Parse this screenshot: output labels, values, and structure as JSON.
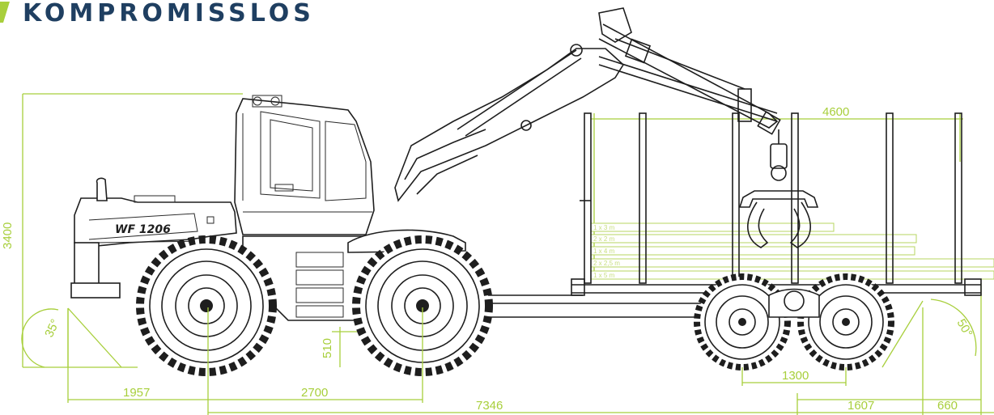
{
  "headline": "KOMPROMISSLOS",
  "colors": {
    "headline": "#1f3f61",
    "dimension": "#a8cf3c",
    "drawing": "#1e1e1e",
    "accent_mark": "#a8cf3c"
  },
  "model_badge": "WF 1206",
  "dimensions": {
    "height": "3400",
    "bunk_length": "4600",
    "ground_clearance": "510",
    "front_overhang": "1957",
    "wheelbase": "2700",
    "overall_length": "7346",
    "bogie_spacing": "1300",
    "rear_overhang": "1607",
    "tail": "660",
    "approach_angle": "35°",
    "departure_angle": "50°"
  },
  "log_options": [
    "1 x 3 m",
    "2 x 2 m",
    "1 x 4 m",
    "2 x 2,5 m",
    "1 x 5 m"
  ]
}
